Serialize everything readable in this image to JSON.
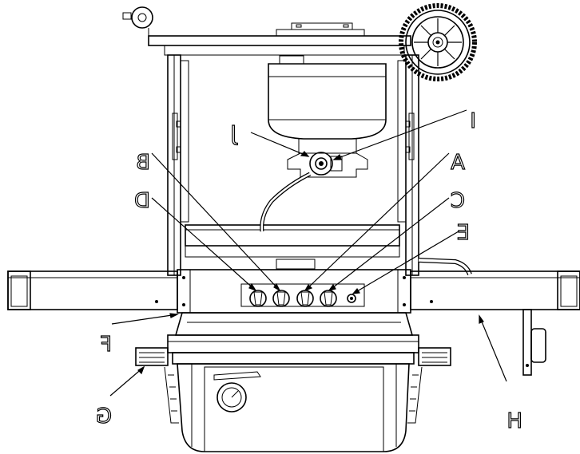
{
  "diagram": {
    "callouts": [
      {
        "id": "A",
        "text": "A"
      },
      {
        "id": "B",
        "text": "B"
      },
      {
        "id": "C",
        "text": "C"
      },
      {
        "id": "D",
        "text": "D"
      },
      {
        "id": "E",
        "text": "E"
      },
      {
        "id": "F",
        "text": "F"
      },
      {
        "id": "G",
        "text": "G"
      },
      {
        "id": "H",
        "text": "H"
      },
      {
        "id": "I",
        "text": "I"
      },
      {
        "id": "J",
        "text": "J"
      }
    ]
  }
}
